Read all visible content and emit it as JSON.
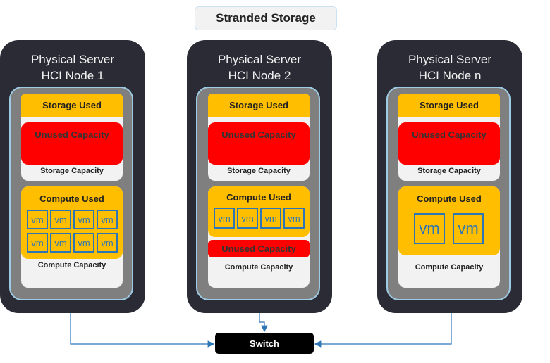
{
  "title": "Stranded Storage",
  "switch_label": "Switch",
  "vm_label": "vm",
  "nodes": [
    {
      "title_line1": "Physical Server",
      "title_line2": "HCI Node 1",
      "storage_used": "Storage Used",
      "unused_capacity": "Unused Capacity",
      "storage_capacity": "Storage Capacity",
      "compute_used": "Compute Used",
      "compute_unused": "",
      "compute_capacity": "Compute Capacity"
    },
    {
      "title_line1": "Physical Server",
      "title_line2": "HCI Node 2",
      "storage_used": "Storage Used",
      "unused_capacity": "Unused Capacity",
      "storage_capacity": "Storage Capacity",
      "compute_used": "Compute Used",
      "compute_unused": "Unused Capacity",
      "compute_capacity": "Compute Capacity"
    },
    {
      "title_line1": "Physical Server",
      "title_line2": "HCI Node n",
      "storage_used": "Storage Used",
      "unused_capacity": "Unused Capacity",
      "storage_capacity": "Storage Capacity",
      "compute_used": "Compute Used",
      "compute_unused": "",
      "compute_capacity": "Compute Capacity"
    }
  ],
  "colors": {
    "server_bg": "#2b2b35",
    "panel_bg": "#7f7f7f",
    "used": "#ffbf00",
    "unused": "#ff0000",
    "vm_border": "#2e75b6",
    "connector": "#2e75b6"
  }
}
